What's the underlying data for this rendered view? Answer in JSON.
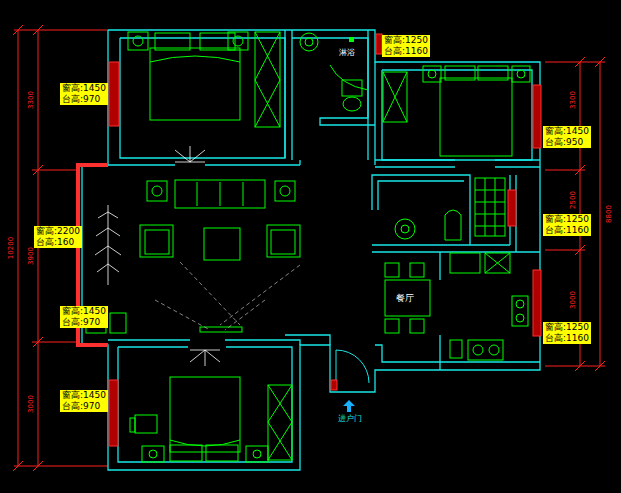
{
  "diagram": {
    "nodes": [
      {
        "text": [
          "窗高:1250",
          "台高:1160"
        ]
      },
      {
        "text": [
          "窗高:1450",
          "台高:970"
        ]
      },
      {
        "text": [
          "窗高:1450",
          "台高:950"
        ]
      },
      {
        "text": [
          "窗高:1250",
          "台高:1160"
        ]
      },
      {
        "text": [
          "窗高:2200",
          "台高:160"
        ]
      },
      {
        "text": [
          "窗高:1450",
          "台高:970"
        ]
      },
      {
        "text": [
          "窗高:1250",
          "台高:1160"
        ]
      },
      {
        "text": [
          "窗高:1450",
          "台高:970"
        ]
      }
    ],
    "labels": [
      "淋浴",
      "餐厅",
      "进户门",
      "3300",
      "3900",
      "3000",
      "10200",
      "3300",
      "2500",
      "3000",
      "8800"
    ]
  }
}
